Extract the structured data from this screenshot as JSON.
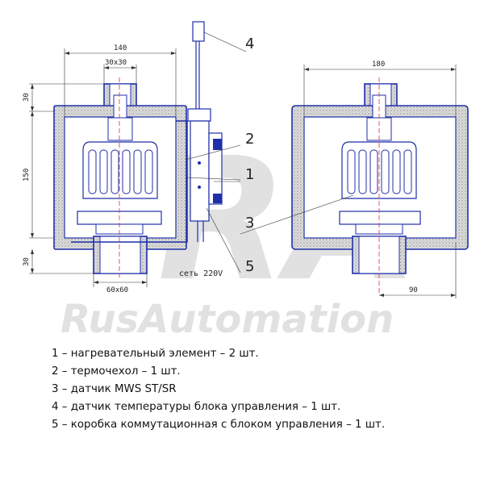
{
  "watermark": {
    "logo": "RA",
    "brand": "RusAutomation"
  },
  "dimensions": {
    "left_width": "140",
    "left_top_opening": "30x30",
    "left_top_height": "30",
    "left_body_height": "150",
    "left_bottom_height": "30",
    "left_bottom_opening": "60x60",
    "right_width": "180",
    "right_half_width": "90"
  },
  "callouts": {
    "c1": "1",
    "c2": "2",
    "c3": "3",
    "c4": "4",
    "c5": "5"
  },
  "power_label": "сеть 220V",
  "legend": [
    "1 – нагревательный элемент – 2 шт.",
    "2 – термочехол – 1 шт.",
    "3 – датчик MWS ST/SR",
    "4 – датчик температуры блока управления – 1 шт.",
    "5 – коробка коммутационная с блоком управления – 1 шт."
  ],
  "colors": {
    "outline_blue": "#1f2fa8",
    "insulation": "#d9d9d9"
  }
}
